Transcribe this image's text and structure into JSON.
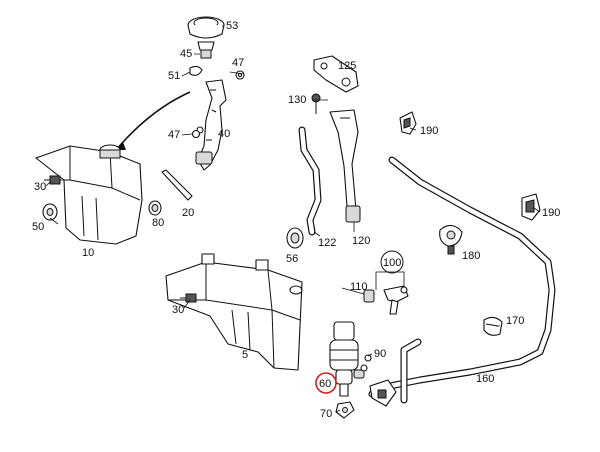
{
  "labels": {
    "p53": "53",
    "p45": "45",
    "p47a": "47",
    "p51": "51",
    "p47b": "47",
    "p40": "40",
    "p30a": "30",
    "p50": "50",
    "p10": "10",
    "p80": "80",
    "p20": "20",
    "p125": "125",
    "p130": "130",
    "p190a": "190",
    "p190b": "190",
    "p122": "122",
    "p120": "120",
    "p56": "56",
    "p100": "100",
    "p180": "180",
    "p110": "110",
    "p30b": "30",
    "p5": "5",
    "p170": "170",
    "p90": "90",
    "p60": "60",
    "p160": "160",
    "p70": "70"
  },
  "highlight": {
    "part": "60",
    "color": "#d21f1f"
  }
}
